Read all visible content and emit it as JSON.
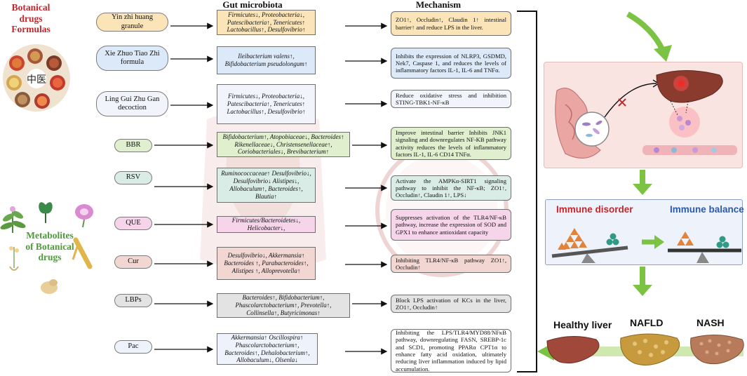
{
  "headers": {
    "botanical": "Botanical drugs Formulas",
    "metabolites": "Metabolites of Botanical drugs",
    "gut": "Gut microbiota",
    "mechanism": "Mechanism"
  },
  "rows": [
    {
      "drug": "Yin zhi huang granule",
      "microbiota": "Firmicutes↓, Proteobacteria↓, Patescibacteria↑, Tenericutes↑ Lactobacillus↑, Desulfovibrio↑",
      "mechanism": "ZO1↑, Occludin↑, Claudin 1↑ intestinal barrier↑ and reduce LPS in the liver.",
      "fill": "#fae4b8",
      "mfill": "#fae4b8"
    },
    {
      "drug": "Xie Zhuo Tiao Zhi formula",
      "microbiota": "Ileibacterium valens↑, Bifidobacterium pseudolongum↑",
      "mechanism": "Inhibits the expression of NLRP3, GSDMD, Nek7, Caspase 1, and reduces the levels of inflammatory factors IL-1, IL-6 and TNFα.",
      "fill": "#dbe9f8",
      "mfill": "#dbe9f8"
    },
    {
      "drug": "Ling Gui Zhu Gan decoction",
      "microbiota": "Firmicutes↓, Proteobacteria↓, Patescibacteria↑, Tenericutes↑ Lactobacillus↑, Desulfovibrio↑",
      "mechanism": "Reduce oxidative stress and inhibition STING-TBK1-NF-κB",
      "fill": "#f2f4fb",
      "mfill": "#f2f4fb"
    },
    {
      "drug": "BBR",
      "microbiota": "Bifidobacterium↑, Atopobiaceae↓, Bacteroides↑ Rikenellaceae↓, Christensenellaceae↑, Coriobacteriales↓, Brevibacterium↑",
      "mechanism": "Improve intestinal barrier Inhibits JNK1 signaling and downregulates NF-KB pathway activity reduces the levels of inflammatory factors IL-1, IL-6 CD14 TNFα.",
      "fill": "#e0f0cf",
      "mfill": "#e0f0cf"
    },
    {
      "drug": "RSV",
      "microbiota": "Ruminococcaceae↑ Desulfovibrio↓, Desulfovibrio↓ Alistipes↓, Allobaculum↑, Bacteroides↑, Blautia↑",
      "mechanism": "Activate the AMPKα-SIRT1 signaling pathway to inhibit the NF-κB; ZO1↑, Occludin↑, Claudin 1↑, LPS↓",
      "fill": "#d9ece6",
      "mfill": "#d9ece6"
    },
    {
      "drug": "QUE",
      "microbiota": "Firmicutes/Bacteroidetes↓, Helicobacter↓,",
      "mechanism": "Suppresses activation of the TLR4/NF-κB pathway, increase the expression of SOD and GPX1 to enhance antioxidant capacity",
      "fill": "#f6d4ea",
      "mfill": "#f6d4ea"
    },
    {
      "drug": "Cur",
      "microbiota": "Desulfovibrio↓, Akkermansia↑ Bacteroides ↑, Parabacteroides↑, Alistipes ↑, Alloprevotella↑",
      "mechanism": "Inhibiting TLR4/NF-κB pathway ZO1↑, Occludin↑",
      "fill": "#f2d6d2",
      "mfill": "#f2d6d2"
    },
    {
      "drug": "LBPs",
      "microbiota": "Bacteroides↑, Bifidobacterium↑, Phascolarctobacterium↑, Prevotella↑, Collinsella↑, Butyricimonas↑",
      "mechanism": "Block LPS activation of KCs in the liver, ZO1↑, Occludin↑",
      "fill": "#e3e3e3",
      "mfill": "#e3e3e3"
    },
    {
      "drug": "Pac",
      "microbiota": "Akkermansia↑ Oscillospira↑ Phascolarctobacterium↑, Bacteroides↑, Dehalobacterium↑, Allobaculum↓, Olsenla↓",
      "mechanism": "Inhibiting the LPS/TLR4/MYD88/NFκB pathway, downregulating FASN, SREBP-1c and SCD1, promoting PPARα CPT1α to enhance fatty acid oxidation, ultimately reducing liver inflammation induced by lipid accumulation.",
      "fill": "#eef2fb",
      "mfill": "#ffffff"
    }
  ],
  "right_panel": {
    "immune_disorder": "Immune disorder",
    "immune_balance": "Immune balance",
    "healthy_liver": "Healthy liver",
    "nafld": "NAFLD",
    "nash": "NASH",
    "arrow_color": "#7cc243",
    "disorder_color": "#c0282d",
    "balance_color": "#2d5aa8"
  }
}
